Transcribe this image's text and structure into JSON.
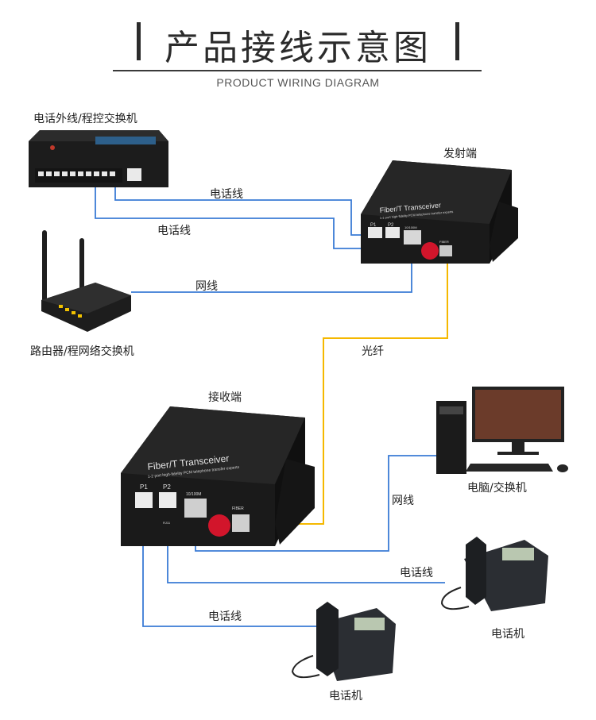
{
  "header": {
    "title": "产品接线示意图",
    "subtitle": "PRODUCT WIRING DIAGRAM"
  },
  "labels": {
    "pbx": "电话外线/程控交换机",
    "transmitter": "发射端",
    "phone_line_1": "电话线",
    "phone_line_2": "电话线",
    "network_line_top": "网线",
    "router": "路由器/程网络交换机",
    "fiber": "光纤",
    "receiver": "接收端",
    "computer": "电脑/交换机",
    "network_line_bottom": "网线",
    "phone_line_3": "电话线",
    "phone_line_4": "电话线",
    "phone_right": "电话机",
    "phone_bottom": "电话机"
  },
  "device_text": {
    "transceiver_name": "Fiber/T Transceiver",
    "transceiver_sub": "1-2 port high-fidelity PCM telephone transfer experts",
    "port_p1": "P1",
    "port_p2": "P2",
    "port_net": "10/100M",
    "port_fiber": "FIBER",
    "port_rj": "RJ11"
  },
  "colors": {
    "phone_wire": "#3a7bd5",
    "fiber_wire": "#f5b800",
    "device_body": "#1b1b1b"
  }
}
